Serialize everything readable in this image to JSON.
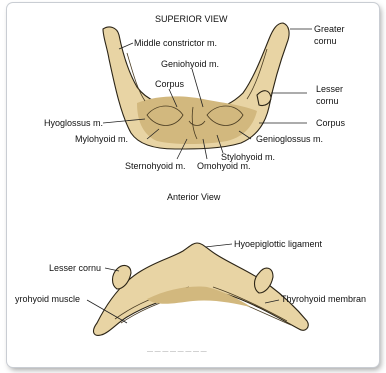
{
  "top_view": {
    "title": "SUPERIOR VIEW",
    "caption": "Anterior View",
    "labels": {
      "greater_cornu": "Greater",
      "greater_cornu_2": "cornu",
      "middle_constrictor": "Middle constrictor m.",
      "geniohyoid": "Geniohyoid m.",
      "corpus_upper": "Corpus",
      "lesser_cornu": "Lesser",
      "lesser_cornu_2": "cornu",
      "hyoglossus": "Hyoglossus m.",
      "corpus_right": "Corpus",
      "mylohyoid": "Mylohyoid m.",
      "genioglossus": "Genioglossus m.",
      "stylohyoid": "Stylohyoid m.",
      "sternohyoid": "Sternohyoid m.",
      "omohyoid": "Omohyoid m."
    }
  },
  "bottom_view": {
    "labels": {
      "lesser_cornu": "Lesser cornu",
      "hyoepiglottic": "Hyoepiglottic ligament",
      "thyrohyoid_muscle": "yrohyoid muscle",
      "thyrohyoid_membrane": "Thyrohyoid membran"
    },
    "footer": "— — — — — — — —"
  }
}
